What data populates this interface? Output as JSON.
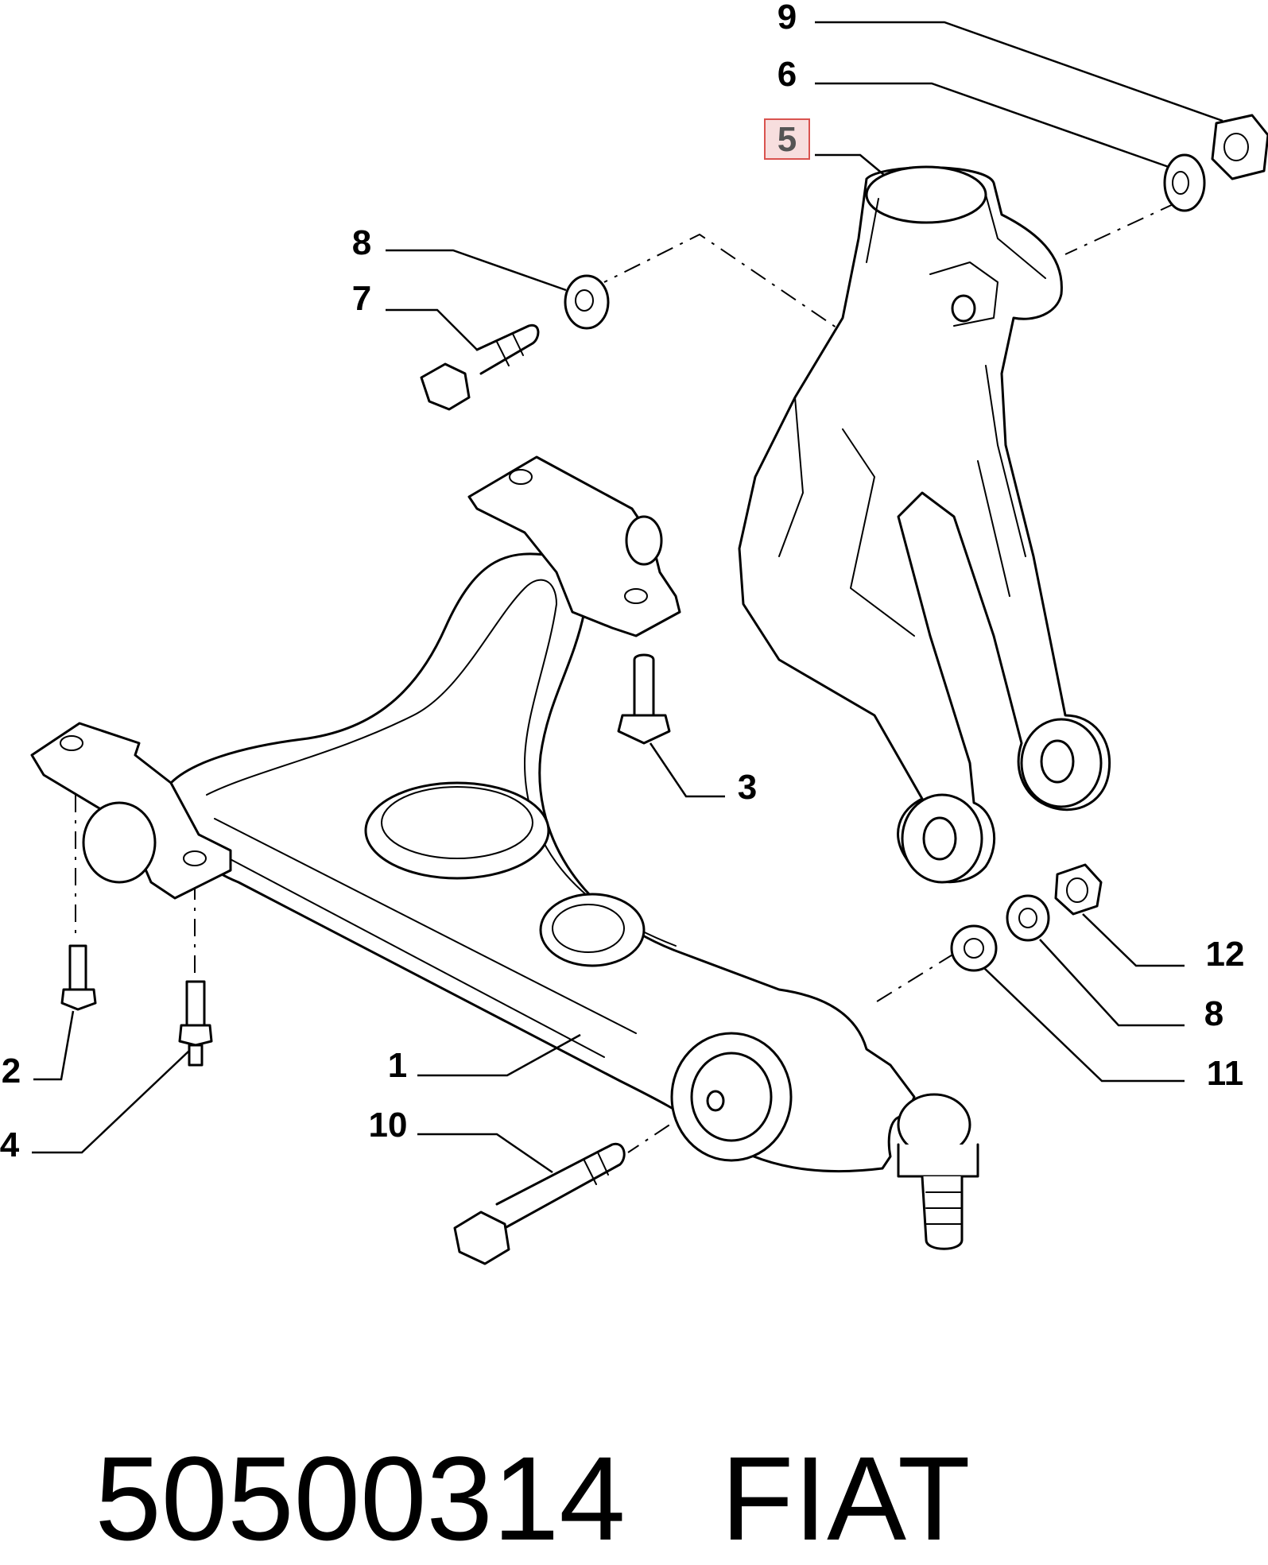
{
  "callouts": {
    "c1": "1",
    "c2": "2",
    "c3": "3",
    "c4": "4",
    "c5": "5",
    "c6": "6",
    "c7": "7",
    "c8a": "8",
    "c8b": "8",
    "c9": "9",
    "c10": "10",
    "c11": "11",
    "c12": "12"
  },
  "highlighted_callout": "5",
  "colors": {
    "highlight_fill": "#f7dede",
    "highlight_border": "#d9534f",
    "line": "#000000"
  },
  "footer": {
    "part_number": "50500314",
    "brand": "FIAT"
  }
}
